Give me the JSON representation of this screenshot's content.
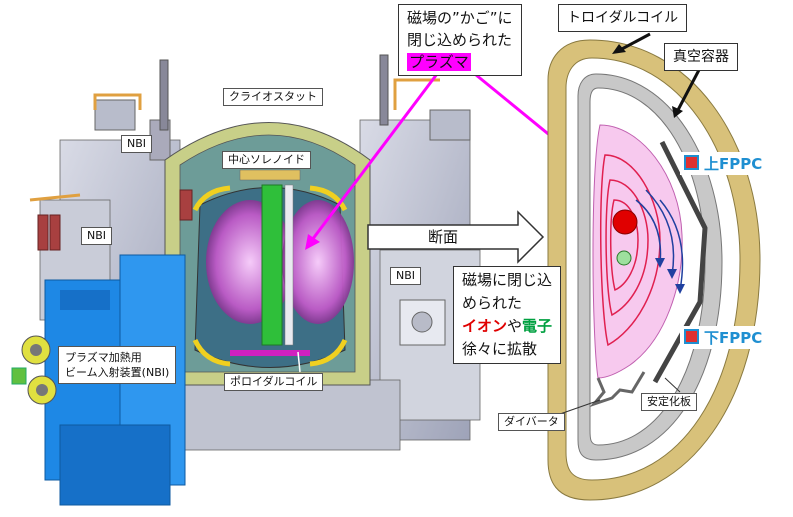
{
  "labels": {
    "plasma_cage_line1": "磁場の”かご”に",
    "plasma_cage_line2": "閉じ込められた",
    "plasma": "プラズマ",
    "toroidal_coil": "トロイダルコイル",
    "vacuum_vessel": "真空容器",
    "cryostat": "クライオスタット",
    "central_solenoid": "中心ソレノイド",
    "nbi_1": "NBI",
    "nbi_2": "NBI",
    "nbi_3": "NBI",
    "cross_section": "断面",
    "confined_line1": "磁場に閉じ込",
    "confined_line2": "められた",
    "ions": "イオン",
    "and": "や",
    "electrons": "電子",
    "diffusion": "徐々に拡散",
    "upper_fppc": "上FPPC",
    "lower_fppc": "下FPPC",
    "nbi_device_line1": "プラズマ加熱用",
    "nbi_device_line2": "ビーム入射装置(NBI)",
    "poloidal_coil": "ポロイダルコイル",
    "divertor": "ダイバータ",
    "stabilizer": "安定化板"
  },
  "colors": {
    "plasma_highlight": "#ff00ff",
    "ion": "#e00000",
    "electron": "#00a040",
    "fppc": "#1f8fd1",
    "toroidal_coil": "#d8c17a",
    "vacuum_vessel": "#c8c8c8",
    "plasma_fill": "#f7c9ee",
    "nbi_blue": "#1e88e5"
  }
}
